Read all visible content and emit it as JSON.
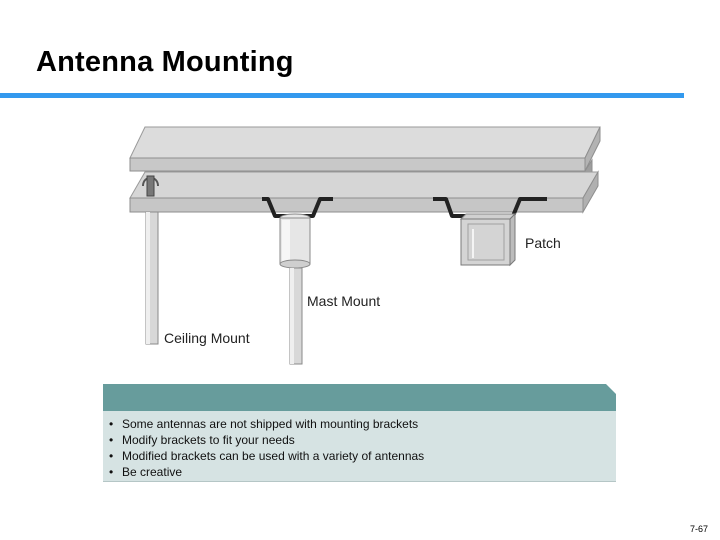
{
  "slide": {
    "title": "Antenna Mounting",
    "page_number": "7-67"
  },
  "diagram": {
    "labels": {
      "patch": "Patch",
      "mast_mount": "Mast Mount",
      "ceiling_mount": "Ceiling Mount"
    }
  },
  "notes": {
    "bullet_glyph": "•",
    "items": [
      "Some antennas are not shipped with mounting brackets",
      "Modify brackets to fit your needs",
      "Modified brackets can be used with a variety of antennas",
      "Be creative"
    ]
  },
  "colors": {
    "title_rule": "#3399ee",
    "notes_header": "#679c9c",
    "notes_body": "#d6e3e3"
  }
}
